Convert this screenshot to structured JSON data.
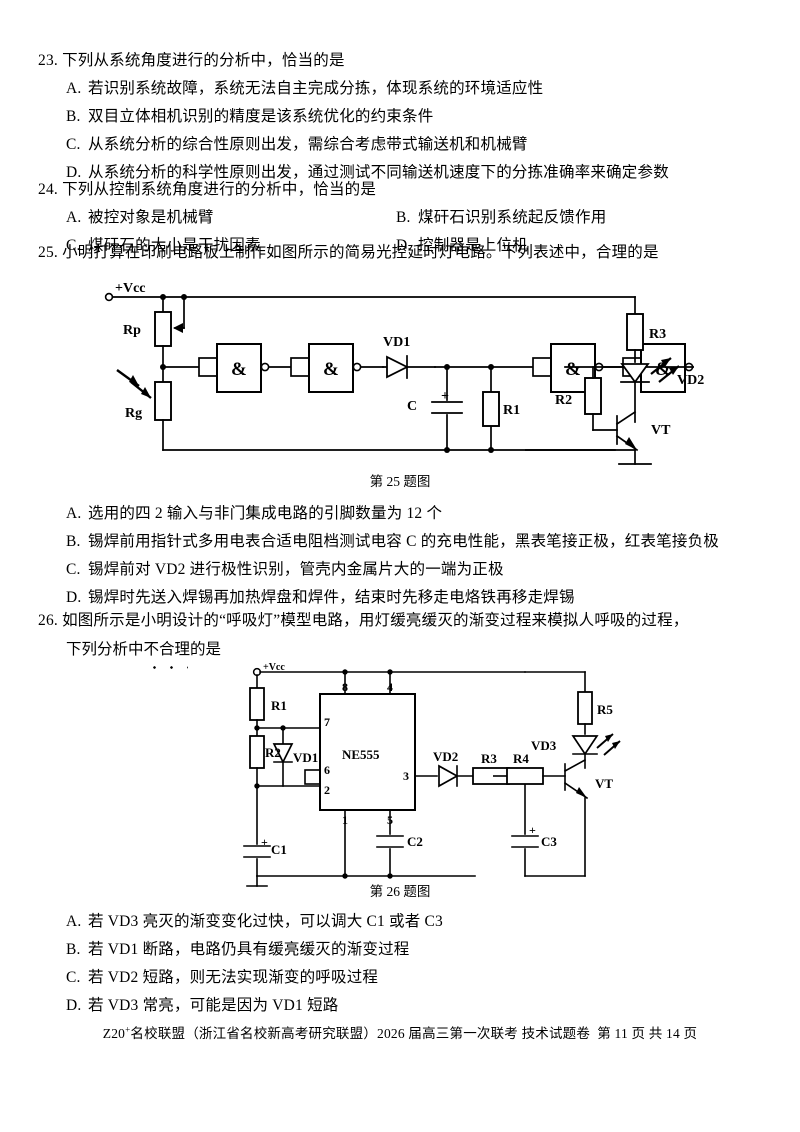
{
  "document": {
    "type": "exam-paper",
    "subject_line": "Z20⁺名校联盟（浙江省名校新高考研究联盟）2026 届高三第一次联考 技术试题卷",
    "page_label": "第 11 页 共 14 页",
    "footer_brand": "Z20",
    "footer_sup": "+",
    "footer_rest": "名校联盟（浙江省名校新高考研究联盟）2026 届高三第一次联考 技术试题卷",
    "footer_page": "第 11 页 共 14 页"
  },
  "questions": [
    {
      "number": "23.",
      "stem": "下列从系统角度进行的分析中，恰当的是",
      "layout": "single-column",
      "options": [
        {
          "label": "A.",
          "text": "若识别系统故障，系统无法自主完成分拣，体现系统的环境适应性"
        },
        {
          "label": "B.",
          "text": "双目立体相机识别的精度是该系统优化的约束条件"
        },
        {
          "label": "C.",
          "text": "从系统分析的综合性原则出发，需综合考虑带式输送机和机械臂"
        },
        {
          "label": "D.",
          "text": "从系统分析的科学性原则出发，通过测试不同输送机速度下的分拣准确率来确定参数"
        }
      ]
    },
    {
      "number": "24.",
      "stem": "下列从控制系统角度进行的分析中，恰当的是",
      "layout": "two-column",
      "options": [
        {
          "label": "A.",
          "text": "被控对象是机械臂"
        },
        {
          "label": "B.",
          "text": "煤矸石识别系统起反馈作用"
        },
        {
          "label": "C.",
          "text": "煤矸石的大小是干扰因素"
        },
        {
          "label": "D.",
          "text": "控制器是上位机"
        }
      ]
    },
    {
      "number": "25.",
      "stem": "小明打算在印刷电路板上制作如图所示的简易光控延时灯电路。下列表述中，合理的是",
      "layout": "single-column",
      "figure_caption": "第 25 题图",
      "options": [
        {
          "label": "A.",
          "text": "选用的四 2 输入与非门集成电路的引脚数量为 12 个"
        },
        {
          "label": "B.",
          "text": "锡焊前用指针式多用电表合适电阻档测试电容 C 的充电性能，黑表笔接正极，红表笔接负极"
        },
        {
          "label": "C.",
          "text": "锡焊前对 VD2 进行极性识别，管壳内金属片大的一端为正极"
        },
        {
          "label": "D.",
          "text": "锡焊时先送入焊锡再加热焊盘和焊件，结束时先移走电烙铁再移走焊锡"
        }
      ]
    },
    {
      "number": "26.",
      "stem_part1": "如图所示是小明设计的“呼吸灯”模型电路，用灯缓亮缓灭的渐变过程来模拟人呼吸的过程，",
      "stem_part2_pre": "下列分析中",
      "stem_part2_emph": "不合理",
      "stem_part2_post": "的是",
      "layout": "single-column",
      "figure_caption": "第 26 题图",
      "options": [
        {
          "label": "A.",
          "text": "若 VD3 亮灭的渐变变化过快，可以调大 C1 或者 C3"
        },
        {
          "label": "B.",
          "text": "若 VD1 断路，电路仍具有缓亮缓灭的渐变过程"
        },
        {
          "label": "C.",
          "text": "若 VD2 短路，则无法实现渐变的呼吸过程"
        },
        {
          "label": "D.",
          "text": "若 VD3 常亮，可能是因为 VD1 短路"
        }
      ]
    }
  ],
  "figure25": {
    "name": "光控延时灯电路",
    "caption": "第 25 题图",
    "supply_label": "+Vcc",
    "components": [
      {
        "id": "Rp",
        "label": "Rp",
        "type": "potentiometer"
      },
      {
        "id": "Rg",
        "label": "Rg",
        "type": "photoresistor"
      },
      {
        "id": "G1",
        "label": "&",
        "type": "nand-gate"
      },
      {
        "id": "G2",
        "label": "&",
        "type": "nand-gate"
      },
      {
        "id": "G3",
        "label": "&",
        "type": "nand-gate"
      },
      {
        "id": "G4",
        "label": "&",
        "type": "nand-gate"
      },
      {
        "id": "VD1",
        "label": "VD1",
        "type": "diode"
      },
      {
        "id": "C",
        "label": "C",
        "type": "capacitor-polarized",
        "polarity": "+"
      },
      {
        "id": "R1",
        "label": "R1",
        "type": "resistor"
      },
      {
        "id": "R2",
        "label": "R2",
        "type": "resistor"
      },
      {
        "id": "R3",
        "label": "R3",
        "type": "resistor"
      },
      {
        "id": "VD2",
        "label": "VD2",
        "type": "led"
      },
      {
        "id": "VT",
        "label": "VT",
        "type": "npn-transistor"
      }
    ]
  },
  "figure26": {
    "name": "呼吸灯模型电路",
    "caption": "第 26 题图",
    "supply_label": "+Vcc",
    "ic": {
      "label": "NE555",
      "pins": [
        "8",
        "4",
        "7",
        "6",
        "2",
        "3",
        "1",
        "5"
      ]
    },
    "components": [
      {
        "id": "R1",
        "label": "R1",
        "type": "resistor"
      },
      {
        "id": "R2",
        "label": "R2",
        "type": "resistor"
      },
      {
        "id": "R3",
        "label": "R3",
        "type": "resistor"
      },
      {
        "id": "R4",
        "label": "R4",
        "type": "resistor"
      },
      {
        "id": "R5",
        "label": "R5",
        "type": "resistor"
      },
      {
        "id": "VD1",
        "label": "VD1",
        "type": "diode"
      },
      {
        "id": "VD2",
        "label": "VD2",
        "type": "diode"
      },
      {
        "id": "VD3",
        "label": "VD3",
        "type": "led"
      },
      {
        "id": "C1",
        "label": "C1",
        "type": "capacitor-polarized",
        "polarity": "+"
      },
      {
        "id": "C2",
        "label": "C2",
        "type": "capacitor"
      },
      {
        "id": "C3",
        "label": "C3",
        "type": "capacitor-polarized",
        "polarity": "+"
      },
      {
        "id": "VT",
        "label": "VT",
        "type": "npn-transistor"
      }
    ]
  }
}
